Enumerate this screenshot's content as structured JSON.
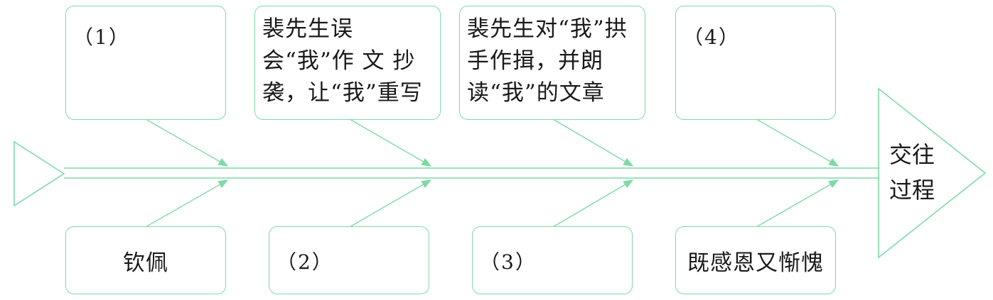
{
  "colors": {
    "line": "#7fd9a6",
    "text": "#1a1a1a"
  },
  "top_boxes": [
    {
      "text": "（1）"
    },
    {
      "text": "裴先生误会“我”作 文 抄 袭，让“我”重写"
    },
    {
      "text": "裴先生对“我”拱手作揖，并朗读“我”的文章"
    },
    {
      "text": "（4）"
    }
  ],
  "bottom_boxes": [
    {
      "text": "钦佩"
    },
    {
      "text": "（2）"
    },
    {
      "text": "（3）"
    },
    {
      "text": "既感恩又惭愧"
    }
  ],
  "arrow_head": {
    "line1": "交往",
    "line2": "过程"
  }
}
